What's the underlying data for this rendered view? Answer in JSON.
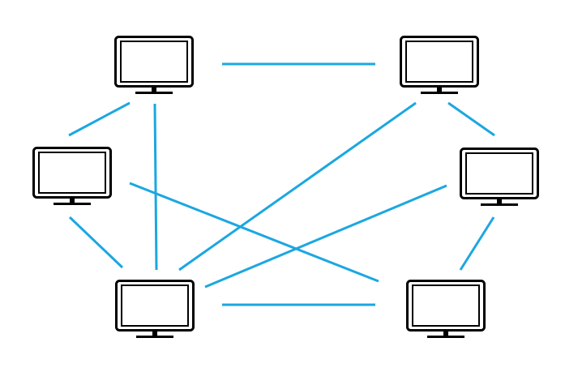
{
  "diagram": {
    "type": "mesh-network",
    "colors": {
      "link": "#1ba7e1",
      "monitor_frame": "#000000",
      "monitor_screen": "#ffffff",
      "background": "#ffffff"
    },
    "nodes": [
      {
        "id": "top-left",
        "icon": "monitor-icon"
      },
      {
        "id": "top-right",
        "icon": "monitor-icon"
      },
      {
        "id": "middle-left",
        "icon": "monitor-icon"
      },
      {
        "id": "middle-right",
        "icon": "monitor-icon"
      },
      {
        "id": "bottom-left",
        "icon": "monitor-icon"
      },
      {
        "id": "bottom-right",
        "icon": "monitor-icon"
      }
    ],
    "links": [
      {
        "from": "top-left",
        "to": "top-right"
      },
      {
        "from": "top-left",
        "to": "middle-left"
      },
      {
        "from": "top-left",
        "to": "bottom-left"
      },
      {
        "from": "top-right",
        "to": "middle-right"
      },
      {
        "from": "top-right",
        "to": "bottom-left"
      },
      {
        "from": "middle-left",
        "to": "bottom-left"
      },
      {
        "from": "middle-left",
        "to": "bottom-right"
      },
      {
        "from": "middle-right",
        "to": "bottom-left"
      },
      {
        "from": "middle-right",
        "to": "bottom-right"
      },
      {
        "from": "bottom-left",
        "to": "bottom-right"
      }
    ]
  }
}
